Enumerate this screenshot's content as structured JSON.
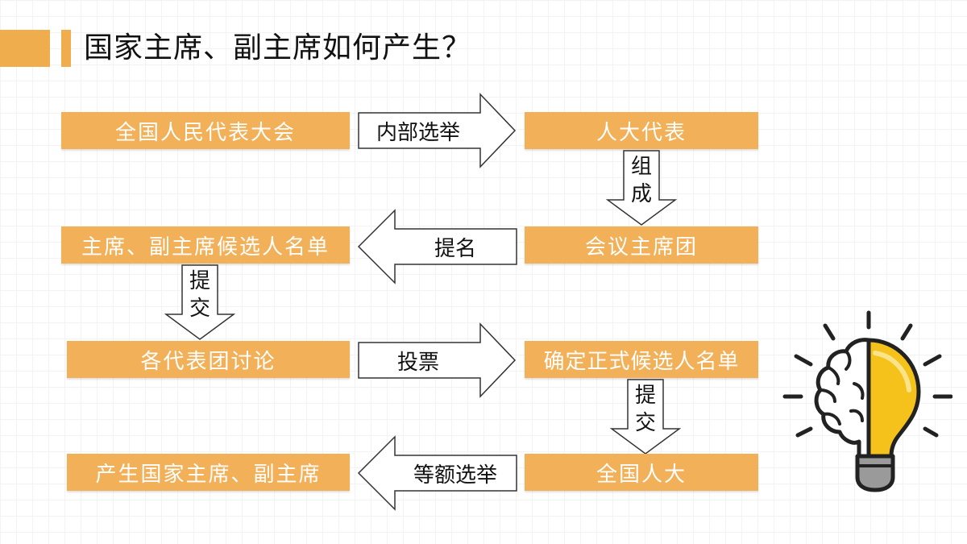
{
  "title": "国家主席、副主席如何产生？",
  "boxes": {
    "npc": "全国人民代表大会",
    "deputies": "人大代表",
    "presidium": "会议主席团",
    "candidate_list": "主席、副主席候选人名单",
    "delegations": "各代表团讨论",
    "final_list": "确定正式候选人名单",
    "npc_short": "全国人大",
    "result": "产生国家主席、副主席"
  },
  "arrows": {
    "internal_election": "内部选举",
    "form_top": "组",
    "form_bottom": "成",
    "nominate": "提名",
    "submit1_top": "提",
    "submit1_bottom": "交",
    "vote": "投票",
    "submit2_top": "提",
    "submit2_bottom": "交",
    "equal_election": "等额选举"
  },
  "colors": {
    "accent": "#f0ad4e",
    "box_fill": "#f2b058",
    "box_text": "#ffffff",
    "bulb_yellow": "#f5c21b"
  },
  "icons": {
    "decoration": "brain-lightbulb-icon"
  }
}
